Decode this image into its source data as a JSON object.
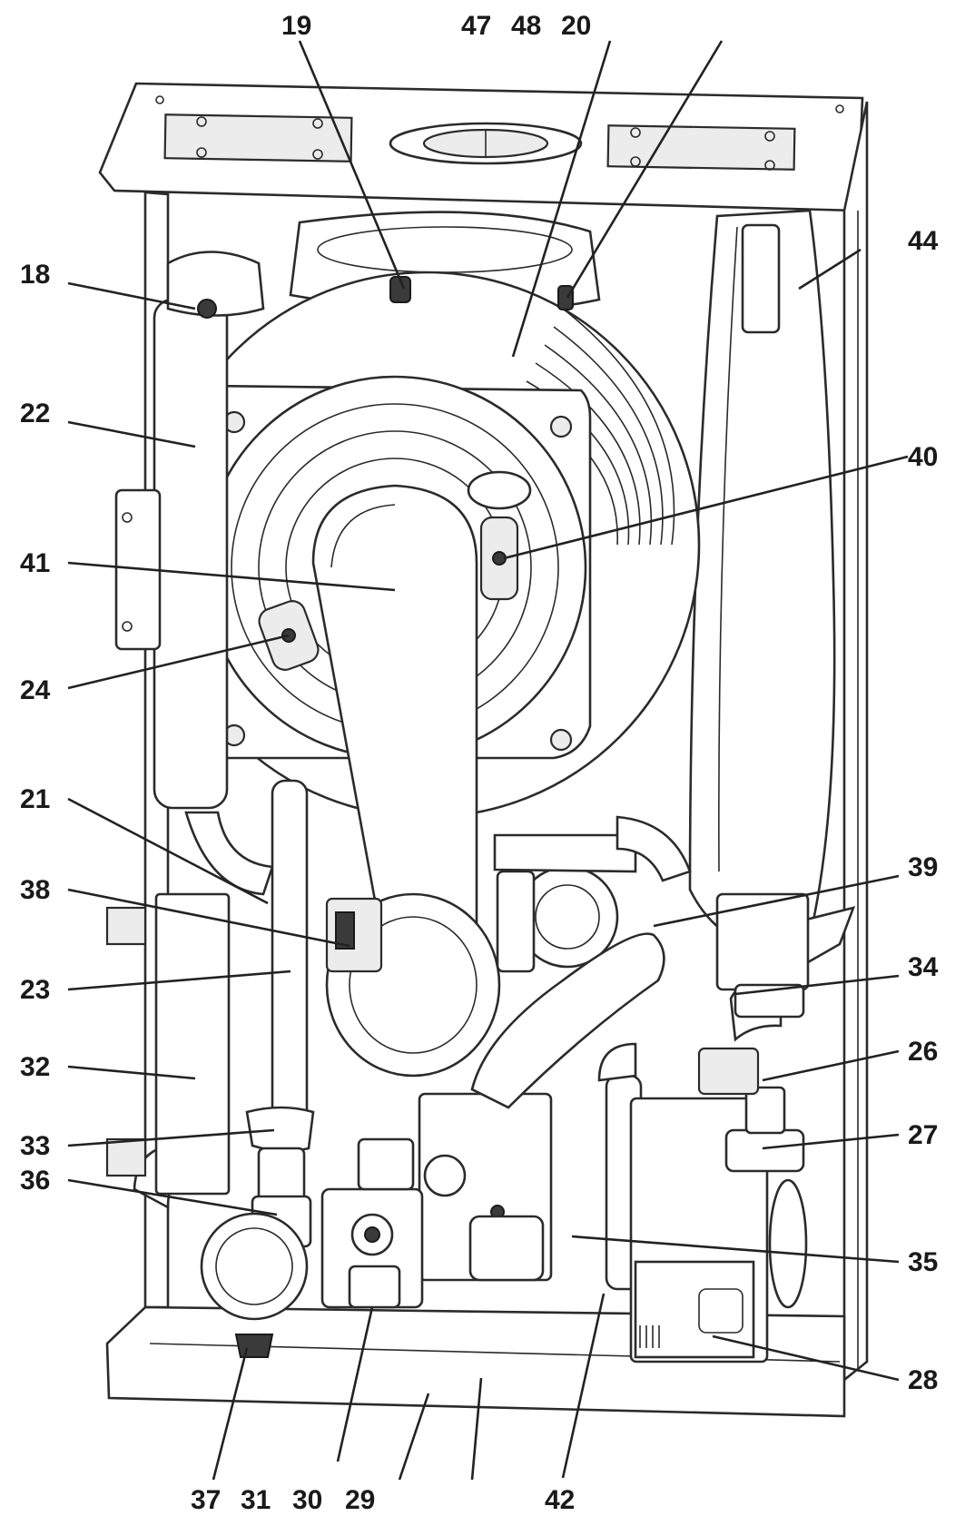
{
  "diagram": {
    "labels": [
      {
        "id": "19",
        "text": "19"
      },
      {
        "id": "47",
        "text": "47"
      },
      {
        "id": "48",
        "text": "48"
      },
      {
        "id": "20",
        "text": "20"
      },
      {
        "id": "18",
        "text": "18"
      },
      {
        "id": "44",
        "text": "44"
      },
      {
        "id": "22",
        "text": "22"
      },
      {
        "id": "40",
        "text": "40"
      },
      {
        "id": "41",
        "text": "41"
      },
      {
        "id": "24",
        "text": "24"
      },
      {
        "id": "21",
        "text": "21"
      },
      {
        "id": "39",
        "text": "39"
      },
      {
        "id": "38",
        "text": "38"
      },
      {
        "id": "23",
        "text": "23"
      },
      {
        "id": "34",
        "text": "34"
      },
      {
        "id": "32",
        "text": "32"
      },
      {
        "id": "26",
        "text": "26"
      },
      {
        "id": "33",
        "text": "33"
      },
      {
        "id": "27",
        "text": "27"
      },
      {
        "id": "36",
        "text": "36"
      },
      {
        "id": "35",
        "text": "35"
      },
      {
        "id": "28",
        "text": "28"
      },
      {
        "id": "37",
        "text": "37"
      },
      {
        "id": "31",
        "text": "31"
      },
      {
        "id": "30",
        "text": "30"
      },
      {
        "id": "29",
        "text": "29"
      },
      {
        "id": "42",
        "text": "42"
      }
    ]
  }
}
